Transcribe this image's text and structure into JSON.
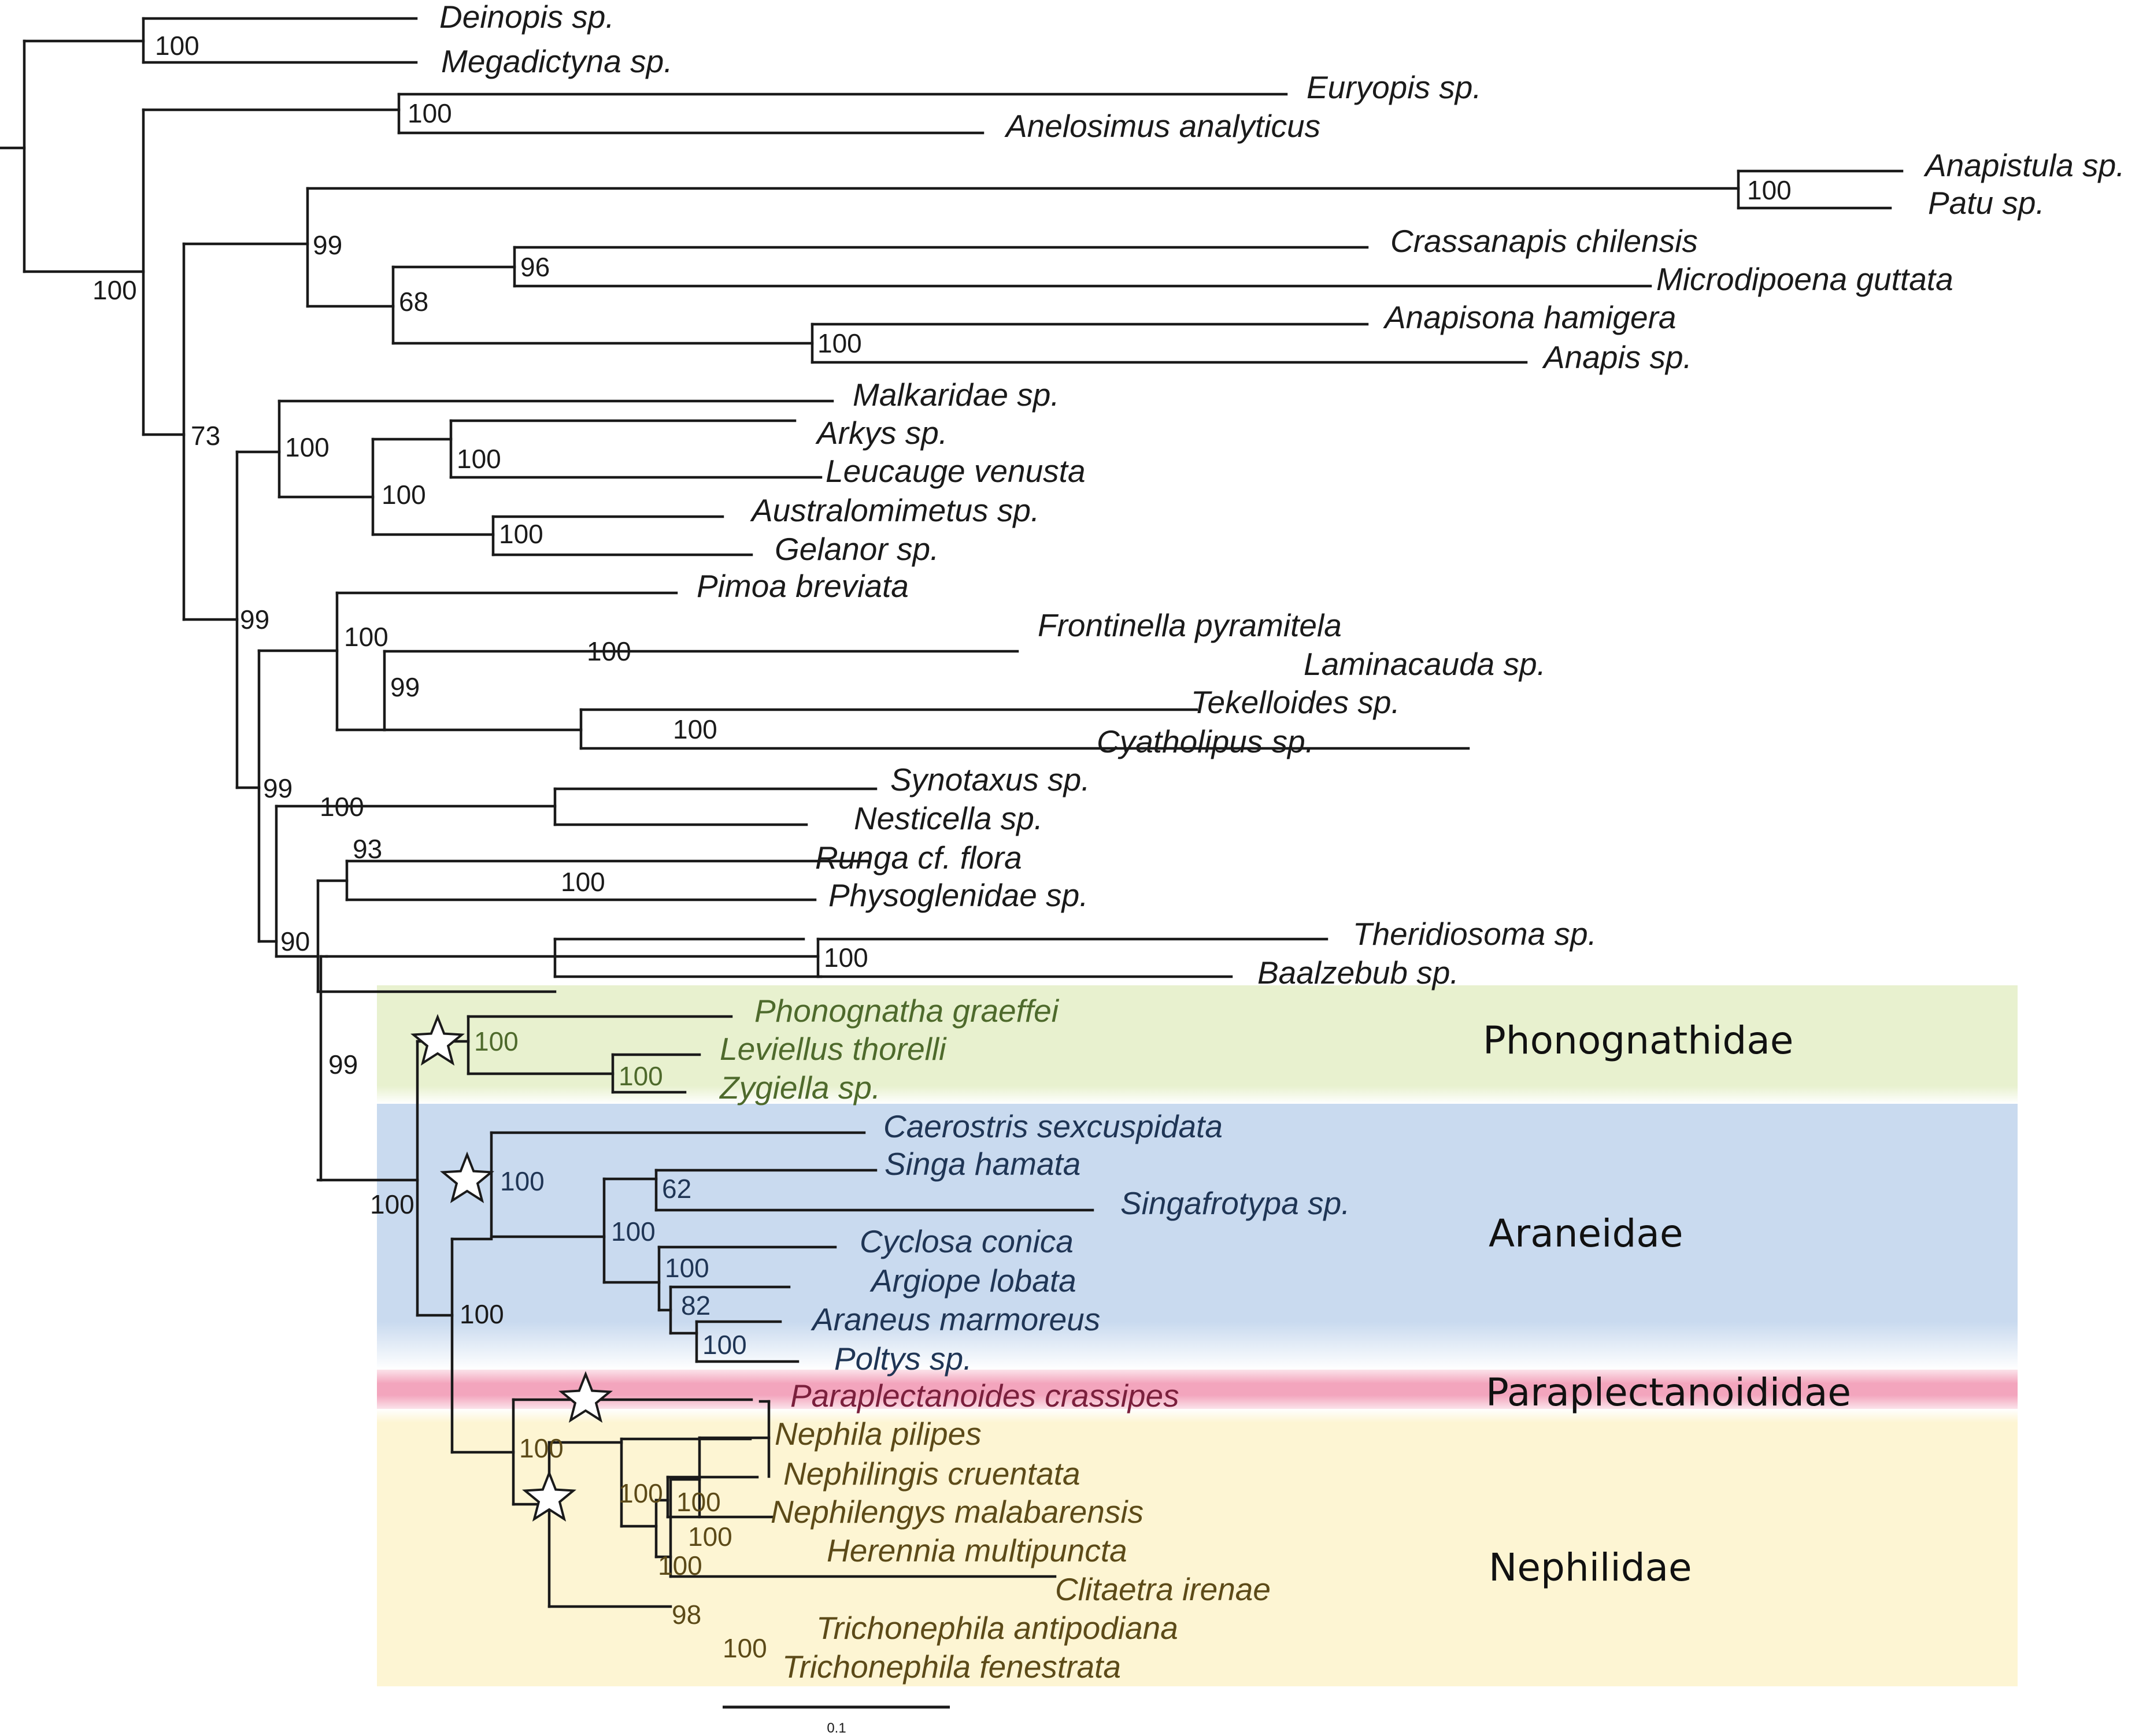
{
  "taxa": {
    "deinopis": "Deinopis sp.",
    "megadictyna": "Megadictyna sp.",
    "euryopis": "Euryopis sp.",
    "anelosimus": "Anelosimus analyticus",
    "anapistula": "Anapistula sp.",
    "patu": "Patu sp.",
    "crassanapis": "Crassanapis chilensis",
    "microdipoena": "Microdipoena guttata",
    "anapisona": "Anapisona hamigera",
    "anapis": "Anapis sp.",
    "malkaridae": "Malkaridae sp.",
    "arkys": "Arkys sp.",
    "leucauge": "Leucauge venusta",
    "australomimetus": "Australomimetus sp.",
    "gelanor": "Gelanor sp.",
    "pimoa": "Pimoa breviata",
    "frontinella": "Frontinella pyramitela",
    "laminacauda": "Laminacauda sp.",
    "tekelloides": "Tekelloides sp.",
    "cyatholipus": "Cyatholipus sp.",
    "synotaxus": "Synotaxus sp.",
    "nesticella": "Nesticella sp.",
    "runga": "Runga cf. flora",
    "physoglenidae": "Physoglenidae sp.",
    "theridiosoma": "Theridiosoma sp.",
    "baalzebub": "Baalzebub sp.",
    "phonognatha": "Phonognatha graeffei",
    "leviellus": "Leviellus thorelli",
    "zygiella": "Zygiella sp.",
    "caerostris": "Caerostris sexcuspidata",
    "singa": "Singa hamata",
    "singafrotypa": "Singafrotypa sp.",
    "cyclosa": "Cyclosa conica",
    "argiope": "Argiope lobata",
    "araneus": "Araneus marmoreus",
    "poltys": "Poltys sp.",
    "paraplectanoides": "Paraplectanoides crassipes",
    "nephila": "Nephila pilipes",
    "nephilingis": "Nephilingis cruentata",
    "nephilengys": "Nephilengys malabarensis",
    "herennia": "Herennia multipuncta",
    "clitaetra": "Clitaetra irenae",
    "trichonephila_a": "Trichonephila antipodiana",
    "trichonephila_f": "Trichonephila fenestrata"
  },
  "support": {
    "deinopoidea": "100",
    "theridiidae": "100",
    "root_inner": "100",
    "anapid_pair": "100",
    "symphytognathoids": "99",
    "crassanapis_microdipoena": "96",
    "anapid_core": "68",
    "anapisona_anapis": "100",
    "node_73": "73",
    "malkaridae_group": "100",
    "arkys_leucauge": "100",
    "tetragnathoid_group": "100",
    "australomimetus_gelanor": "100",
    "node_99a": "99",
    "linyphioids": "100",
    "frontinella_laminacauda": "100",
    "linyphioid_sub": "99",
    "tekelloides_cyatholipus": "100",
    "node_99b": "99",
    "synotaxus_group": "100",
    "nesticella_group": "93",
    "runga_physoglenidae": "100",
    "node_90": "90",
    "theridiosomatids": "100",
    "orbweaver_clade": "99",
    "phonognathidae": "100",
    "leviellus_zygiella": "100",
    "araneoid_core": "100",
    "araneidae": "100",
    "singa_singafrotypa": "62",
    "araneidae_sub": "100",
    "cyclosa_group": "100",
    "argiope_group": "82",
    "araneus_poltys": "100",
    "araneidae_nephilid_sister": "100",
    "nephilidae_paraplectanoides": "100",
    "nephilidae": "100",
    "nephilingis_group": "100",
    "nephilengys_herennia": "100",
    "nephilid_sub": "100",
    "trichonephila_group": "98",
    "trichonephila_pair": "100"
  },
  "clades": {
    "phonognathidae": "Phonognathidae",
    "araneidae": "Araneidae",
    "paraplectanoididae": "Paraplectanoididae",
    "nephilidae": "Nephilidae"
  },
  "scale_bar": {
    "label": "0.1"
  },
  "colors": {
    "branch": "#1a1a1a",
    "phonognathidae_band": "#e8f1cf",
    "araneidae_band": "#c9daef",
    "paraplectanoididae_band": "#f3a5bd",
    "nephilidae_band": "#fdf5d3",
    "phonognathidae_text": "#4e6a2c",
    "araneidae_text": "#1f3555",
    "paraplectanoididae_text": "#7a1f3c",
    "nephilidae_text": "#5c4a18"
  }
}
